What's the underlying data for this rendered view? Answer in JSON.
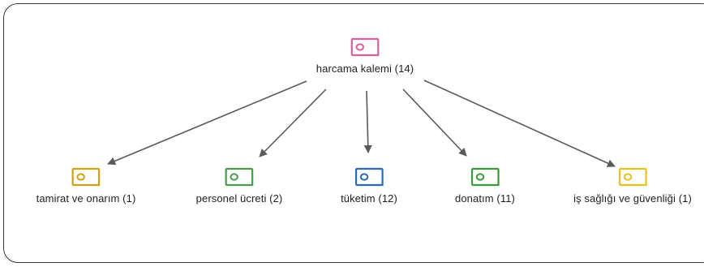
{
  "diagram": {
    "root": {
      "label": "harcama kalemi (14)",
      "color": "#d9609a"
    },
    "children": [
      {
        "label": "tamirat ve onarım (1)",
        "color": "#d4a010"
      },
      {
        "label": "personel ücreti (2)",
        "color": "#4c9a4c"
      },
      {
        "label": "tüketim (12)",
        "color": "#2c68b8"
      },
      {
        "label": "donatım (11)",
        "color": "#3c9a3c"
      },
      {
        "label": "iş sağlığı ve güvenliği (1)",
        "color": "#e8c21a"
      }
    ],
    "edge_color": "#5a5a5a"
  }
}
